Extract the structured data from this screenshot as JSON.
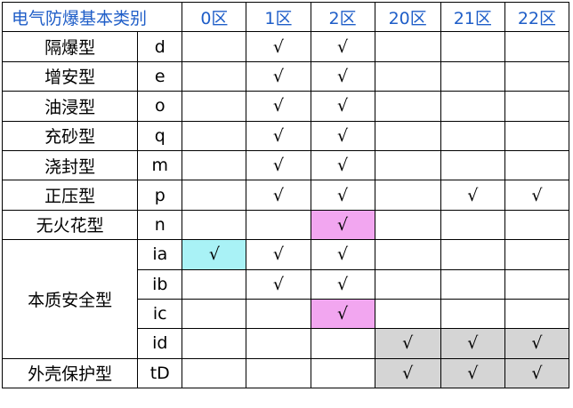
{
  "header": {
    "type_label": "电气防爆基本类别",
    "zones": [
      "0区",
      "1区",
      "2区",
      "20区",
      "21区",
      "22区"
    ]
  },
  "check_mark": "√",
  "colors": {
    "header_text": "#1f5ec8",
    "cyan": "#a9f2f6",
    "pink": "#f2a6f0",
    "gray": "#d5d5d5"
  },
  "rows": [
    {
      "type": "隔爆型",
      "code": "d",
      "marks": [
        "",
        "√",
        "√",
        "",
        "",
        ""
      ]
    },
    {
      "type": "增安型",
      "code": "e",
      "marks": [
        "",
        "√",
        "√",
        "",
        "",
        ""
      ]
    },
    {
      "type": "油浸型",
      "code": "o",
      "marks": [
        "",
        "√",
        "√",
        "",
        "",
        ""
      ]
    },
    {
      "type": "充砂型",
      "code": "q",
      "marks": [
        "",
        "√",
        "√",
        "",
        "",
        ""
      ]
    },
    {
      "type": "浇封型",
      "code": "m",
      "marks": [
        "",
        "√",
        "√",
        "",
        "",
        ""
      ]
    },
    {
      "type": "正压型",
      "code": "p",
      "marks": [
        "",
        "√",
        "√",
        "",
        "√",
        "√"
      ]
    },
    {
      "type": "无火花型",
      "code": "n",
      "marks": [
        "",
        "",
        "√",
        "",
        "",
        ""
      ]
    },
    {
      "type": "本质安全型",
      "code": "ia",
      "marks": [
        "√",
        "√",
        "√",
        "",
        "",
        ""
      ]
    },
    {
      "type": "",
      "code": "ib",
      "marks": [
        "",
        "√",
        "√",
        "",
        "",
        ""
      ]
    },
    {
      "type": "",
      "code": "ic",
      "marks": [
        "",
        "",
        "√",
        "",
        "",
        ""
      ]
    },
    {
      "type": "",
      "code": "id",
      "marks": [
        "",
        "",
        "",
        "√",
        "√",
        "√"
      ]
    },
    {
      "type": "外壳保护型",
      "code": "tD",
      "marks": [
        "",
        "",
        "",
        "√",
        "√",
        "√"
      ]
    }
  ]
}
